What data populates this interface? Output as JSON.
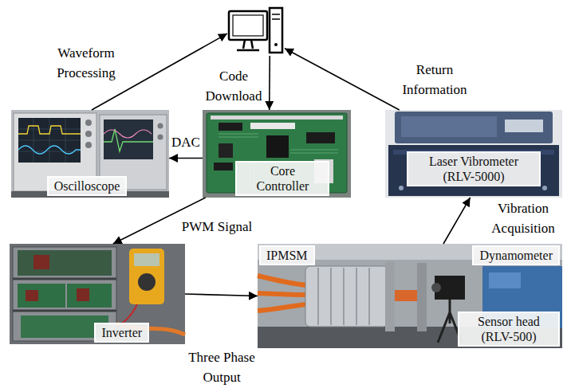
{
  "diagram": {
    "nodes": [
      {
        "text": []
      },
      {
        "text": [
          "Oscilloscope"
        ]
      },
      {
        "text": [
          "Core Controller"
        ]
      },
      {
        "text": [
          "Laser Vibrometer (RLV-5000)"
        ]
      },
      {
        "text": [
          "Inverter"
        ]
      },
      {
        "text": [
          "IPMSM",
          "Dynamometer",
          "Sensor head (RLV-500)"
        ]
      }
    ],
    "edges": [
      {
        "from": 1,
        "to": 0,
        "label": "Waveform Processing",
        "arrow": "to"
      },
      {
        "from": 0,
        "to": 2,
        "label": "Code Download",
        "arrow": "to"
      },
      {
        "from": 3,
        "to": 0,
        "label": "Return Information",
        "arrow": "to"
      },
      {
        "from": 2,
        "to": 1,
        "label": "DAC",
        "arrow": "to"
      },
      {
        "from": 2,
        "to": 4,
        "label": "PWM Signal",
        "arrow": "to"
      },
      {
        "from": 4,
        "to": 5,
        "label": "Three Phase Output",
        "arrow": "to"
      },
      {
        "from": 5,
        "to": 3,
        "label": "Vibration Acquisition",
        "arrow": "to"
      }
    ]
  }
}
